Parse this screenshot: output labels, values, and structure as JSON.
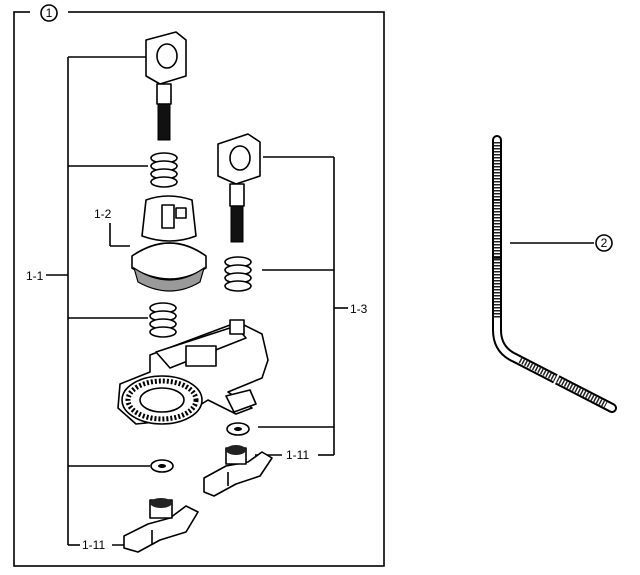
{
  "callouts": {
    "assembly_1": "1",
    "part_2": "2"
  },
  "labels": {
    "l_1_1": "1-1",
    "l_1_2": "1-2",
    "l_1_3": "1-3",
    "l_1_11_right": "1-11",
    "l_1_11_bottom": "1-11"
  }
}
